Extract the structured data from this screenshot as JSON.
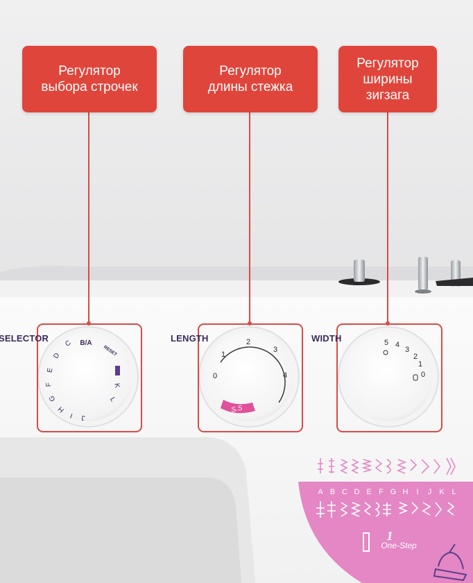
{
  "callouts": {
    "stitch_selector": "Регулятор\nвыбора строчек",
    "stitch_length": "Регулятор\nдлины стежка",
    "zigzag_width": "Регулятор\nширины\nзигзага"
  },
  "panel_labels": {
    "selector": "SELECTOR",
    "length": "LENGTH",
    "width": "WIDTH"
  },
  "selector_dial": {
    "top_label": "B/A",
    "reset_label": "RESET",
    "letters": [
      "C",
      "D",
      "E",
      "F",
      "G",
      "H",
      "I",
      "J",
      "K",
      "L"
    ]
  },
  "length_dial": {
    "marks": [
      "0",
      "1",
      "2",
      "3",
      "4"
    ],
    "stretch_mark": "S.S"
  },
  "width_dial": {
    "marks": [
      "5",
      "4",
      "3",
      "2",
      "1",
      "0"
    ]
  },
  "stitch_chart": {
    "letters": [
      "A",
      "B",
      "C",
      "D",
      "E",
      "F",
      "G",
      "H",
      "I",
      "J",
      "K",
      "L"
    ],
    "brand_text": "One-Step",
    "colors": {
      "pink": "#e487c4",
      "purple": "#5b3d8c"
    }
  },
  "colors": {
    "callout": "#e0453b",
    "frame": "#d94a43",
    "panel_text": "#3b2a5c"
  }
}
